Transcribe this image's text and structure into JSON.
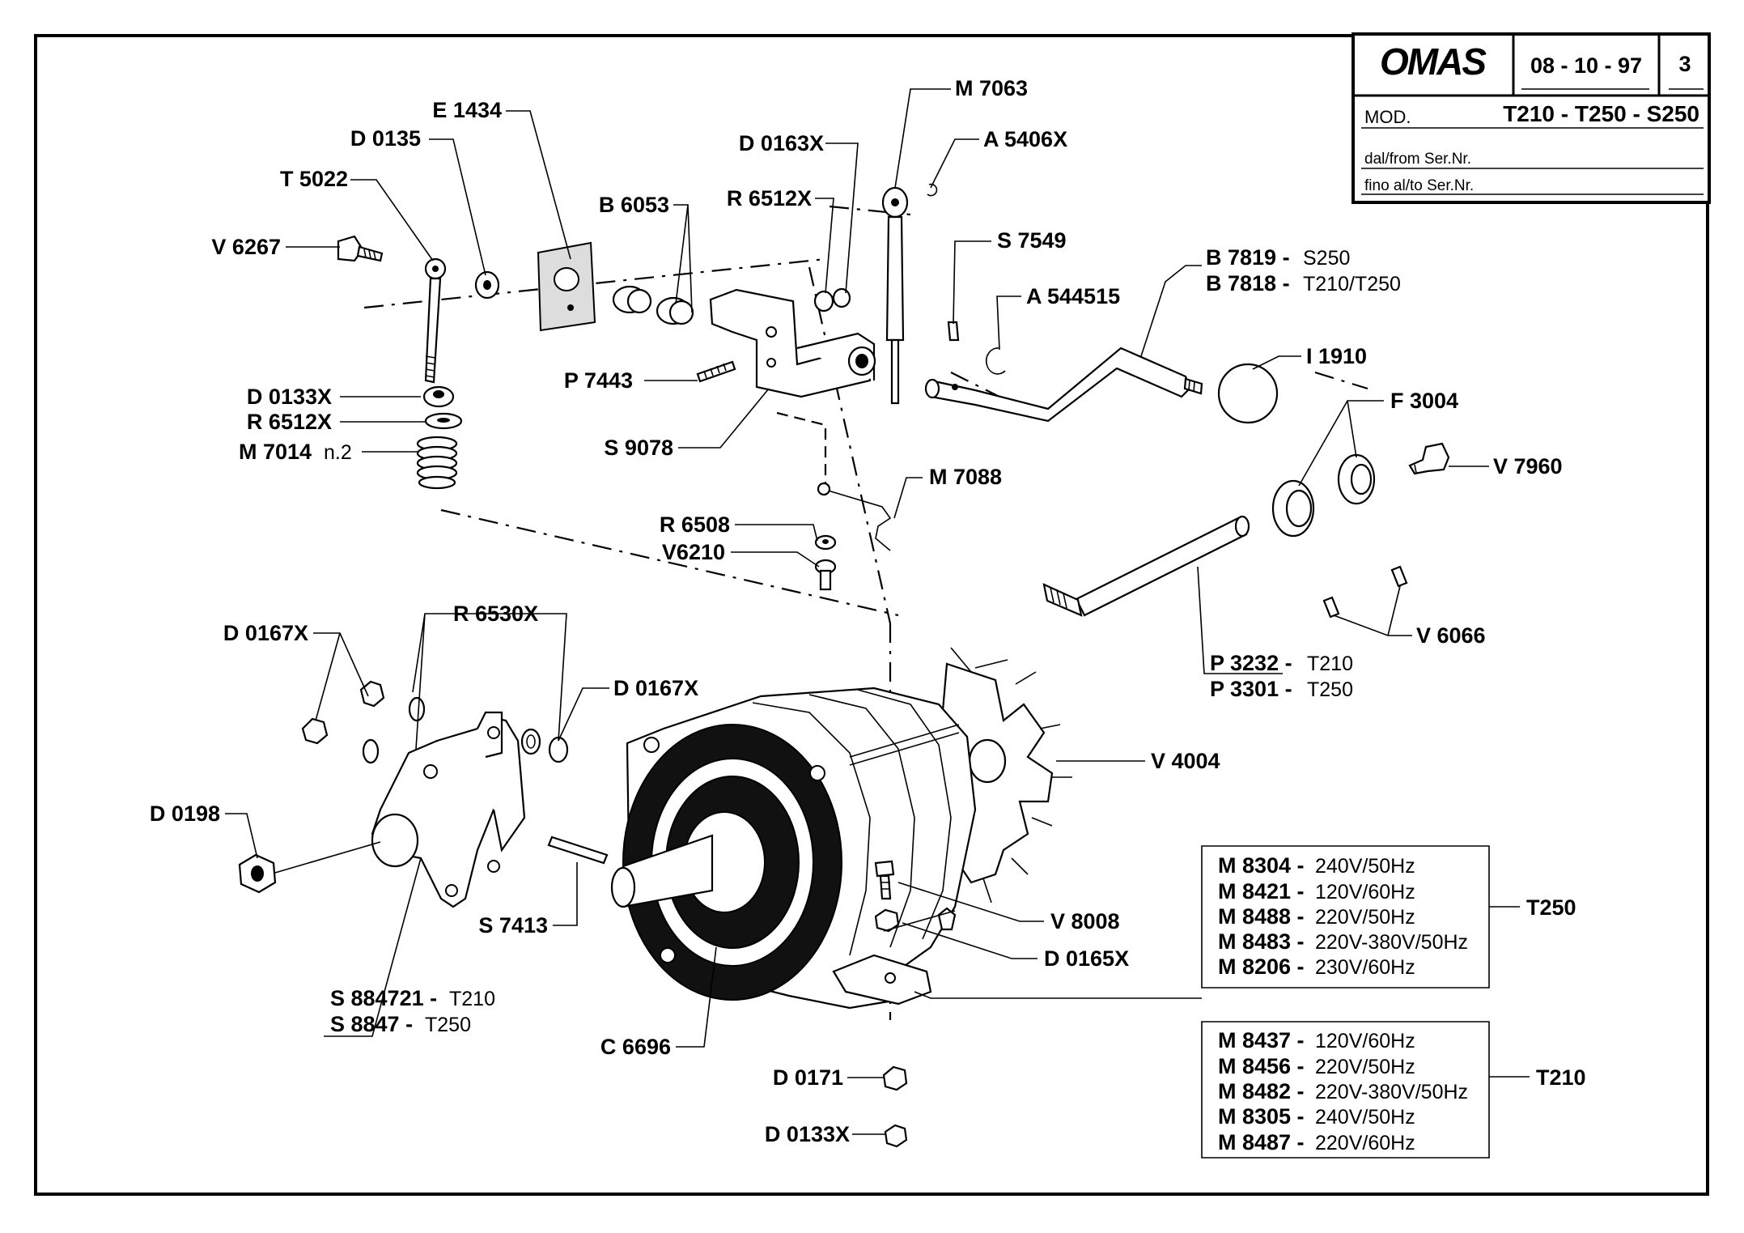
{
  "title_block": {
    "brand": "OMAS",
    "date": "08 - 10 - 97",
    "sheet": "3",
    "mod_label": "MOD.",
    "models": "T210 - T250 - S250",
    "from_label": "dal/from Ser.Nr.",
    "to_label": "fino al/to Ser.Nr."
  },
  "labels": {
    "e1434": "E 1434",
    "d0135": "D 0135",
    "t5022": "T 5022",
    "v6267": "V 6267",
    "d0133x_a": "D 0133X",
    "r6512x_a": "R 6512X",
    "m7014": "M 7014",
    "m7014_sub": "n.2",
    "b6053": "B 6053",
    "d0163x": "D 0163X",
    "r6512x_b": "R 6512X",
    "m7063": "M 7063",
    "a5406x": "A 5406X",
    "p7443": "P 7443",
    "s9078": "S 9078",
    "s7549": "S 7549",
    "a544515": "A 544515",
    "b7819": "B 7819 -",
    "b7819_sub": "S250",
    "b7818": "B 7818 -",
    "b7818_sub": "T210/T250",
    "i1910": "I 1910",
    "f3004": "F 3004",
    "v7960": "V 7960",
    "m7088": "M 7088",
    "r6508": "R 6508",
    "v6210": "V6210",
    "v6066": "V 6066",
    "p3232": "P 3232 -",
    "p3232_sub": "T210",
    "p3301": "P 3301 -",
    "p3301_sub": "T250",
    "d0167x_a": "D 0167X",
    "r6530x": "R 6530X",
    "d0167x_b": "D 0167X",
    "v4004": "V 4004",
    "d0198": "D 0198",
    "s7413": "S 7413",
    "v8008": "V 8008",
    "d0165x": "D 0165X",
    "s884721": "S 884721 -",
    "s884721_sub": "T210",
    "s8847": "S 8847 -",
    "s8847_sub": "T250",
    "c6696": "C 6696",
    "d0171": "D 0171",
    "d0133x_b": "D 0133X"
  },
  "motor_t250": {
    "group": "T250",
    "rows": [
      {
        "code": "M 8304 -",
        "spec": "240V/50Hz"
      },
      {
        "code": "M 8421 -",
        "spec": "120V/60Hz"
      },
      {
        "code": "M 8488 -",
        "spec": "220V/50Hz"
      },
      {
        "code": "M 8483 -",
        "spec": "220V-380V/50Hz"
      },
      {
        "code": "M 8206 -",
        "spec": "230V/60Hz"
      }
    ]
  },
  "motor_t210": {
    "group": "T210",
    "rows": [
      {
        "code": "M 8437 -",
        "spec": "120V/60Hz"
      },
      {
        "code": "M 8456 -",
        "spec": "220V/50Hz"
      },
      {
        "code": "M 8482 -",
        "spec": "220V-380V/50Hz"
      },
      {
        "code": "M 8305 -",
        "spec": "240V/50Hz"
      },
      {
        "code": "M 8487 -",
        "spec": "220V/60Hz"
      }
    ]
  }
}
